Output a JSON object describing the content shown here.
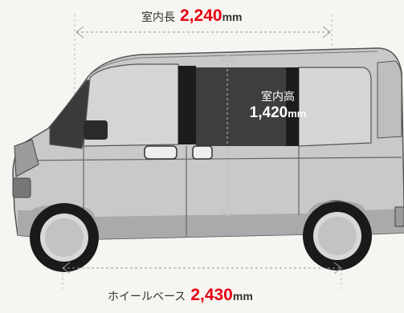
{
  "interior_length": {
    "label": "室内長",
    "value": "2,240",
    "unit": "mm"
  },
  "interior_height": {
    "label": "室内高",
    "value": "1,420",
    "unit": "mm"
  },
  "wheelbase": {
    "label": "ホイールベース",
    "value": "2,430",
    "unit": "mm"
  },
  "colors": {
    "accent": "#e60012",
    "body": "#c8c9ca",
    "text": "#333333",
    "background": "#f7f5f2"
  }
}
